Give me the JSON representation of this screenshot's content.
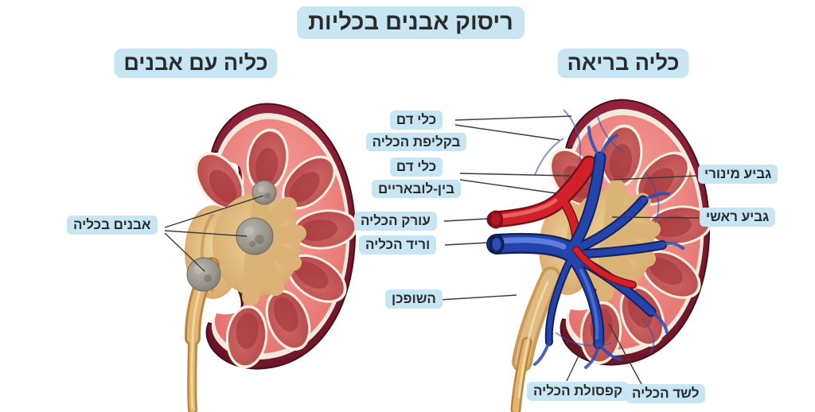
{
  "title": "ריסוק אבנים בכליות",
  "left_kidney": {
    "subtitle": "כליה עם אבנים",
    "stones_label": "אבנים בכליה"
  },
  "right_kidney": {
    "subtitle": "כליה בריאה",
    "vessels_cortex": {
      "line1": "כלי דם",
      "line2": "בקליפת הכליה"
    },
    "vessels_interlobar": {
      "line1": "כלי דם",
      "line2": "בין-לובאריים"
    },
    "renal_artery": "עורק הכליה",
    "renal_vein": "וריד הכליה",
    "ureter": "השופכן",
    "minor_calyx": "גביע מינורי",
    "major_calyx": "גביע ראשי",
    "renal_capsule": "קפסולת הכליה",
    "renal_medulla": "לשד הכליה"
  },
  "colors": {
    "label_background": "#c7e5f2",
    "label_text": "#2b2b2b",
    "leader_line": "#3a3a3a",
    "capsule_maroon": "#8c2136",
    "cortex_pink": "#ed8581",
    "pyramid_red": "#b4434b",
    "pelvis_tan": "#ddb377",
    "stone_gray": "#98948b",
    "artery_red": "#d1202a",
    "vein_blue": "#2444ab"
  }
}
